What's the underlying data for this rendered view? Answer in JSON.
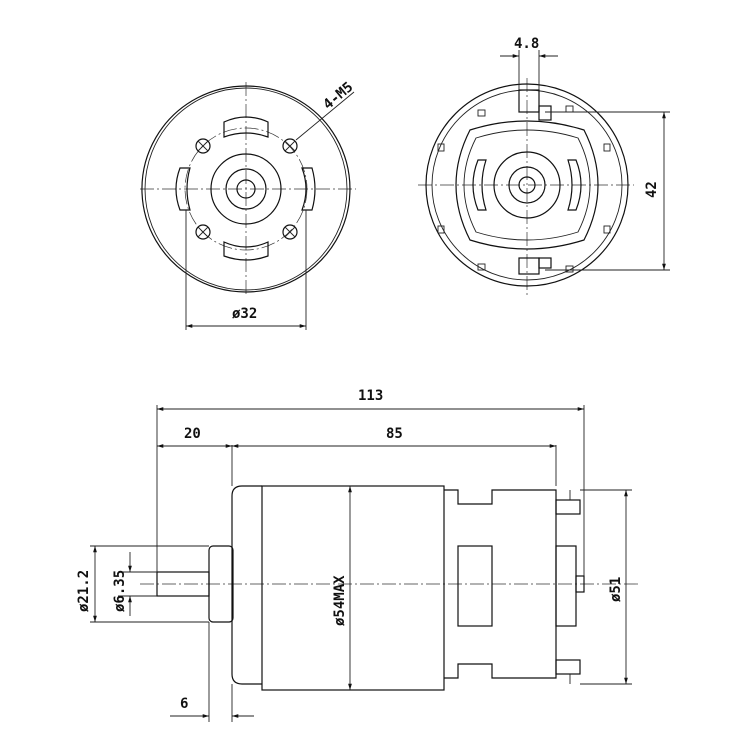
{
  "dimensions": {
    "front_bolt_circle": "ø32",
    "front_thread": "4-M5",
    "rear_terminal_width": "4.8",
    "rear_terminal_span": "42",
    "overall_length": "113",
    "shaft_length": "20",
    "body_length": "85",
    "boss_diameter": "ø21.2",
    "shaft_diameter": "ø6.35",
    "body_diameter_max": "ø54MAX",
    "rear_diameter": "ø51",
    "boss_length": "6"
  },
  "colors": {
    "line": "#111111",
    "background": "#ffffff"
  }
}
